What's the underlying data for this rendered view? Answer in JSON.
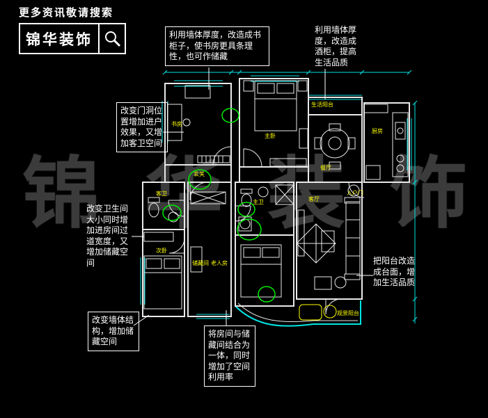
{
  "header": {
    "search_hint": "更多资讯敬请搜索",
    "logo_text": "锦华装饰",
    "logo_icon": "magnifier-icon"
  },
  "watermark": {
    "chars": [
      "锦",
      "华",
      "装",
      "饰"
    ]
  },
  "callouts": {
    "study_bookshelf": "利用墙体厚度，改造成书柜子，使书房更具条理性，也可作储藏",
    "wine_cabinet": "利用墙体厚度，改造成酒柜，提高生活品质",
    "entry_door": "改变门洞位置增加进户效果，又增加客卫空间",
    "bathroom_resize": "改变卫生间大小同时增加进房间过道宽度，又增加储藏空间",
    "wall_storage": "改变墙体结构，增加储藏空间",
    "room_merge": "将房间与储藏间结合为一体，同时增加了空间利用率",
    "balcony_counter": "把阳台改造成台面，增加生活品质"
  },
  "rooms": {
    "study": "书房",
    "master_bedroom": "主卧",
    "dining": "餐厅",
    "kitchen": "厨房",
    "service_balcony": "生活阳台",
    "entry": "玄关",
    "guest_bath": "客卫",
    "master_bath": "主卫",
    "second_bedroom": "次卧",
    "storage": "储藏间",
    "elder_room": "老人房",
    "living": "客厅",
    "view_balcony": "观景阳台",
    "entry_door": "入户门"
  },
  "colors": {
    "background": "#000000",
    "wall": "#e9e9e9",
    "window": "#00e5e5",
    "furniture_accent": "#ffff00",
    "annotation_circle": "#00ee00",
    "watermark": "#3b3b3b"
  }
}
